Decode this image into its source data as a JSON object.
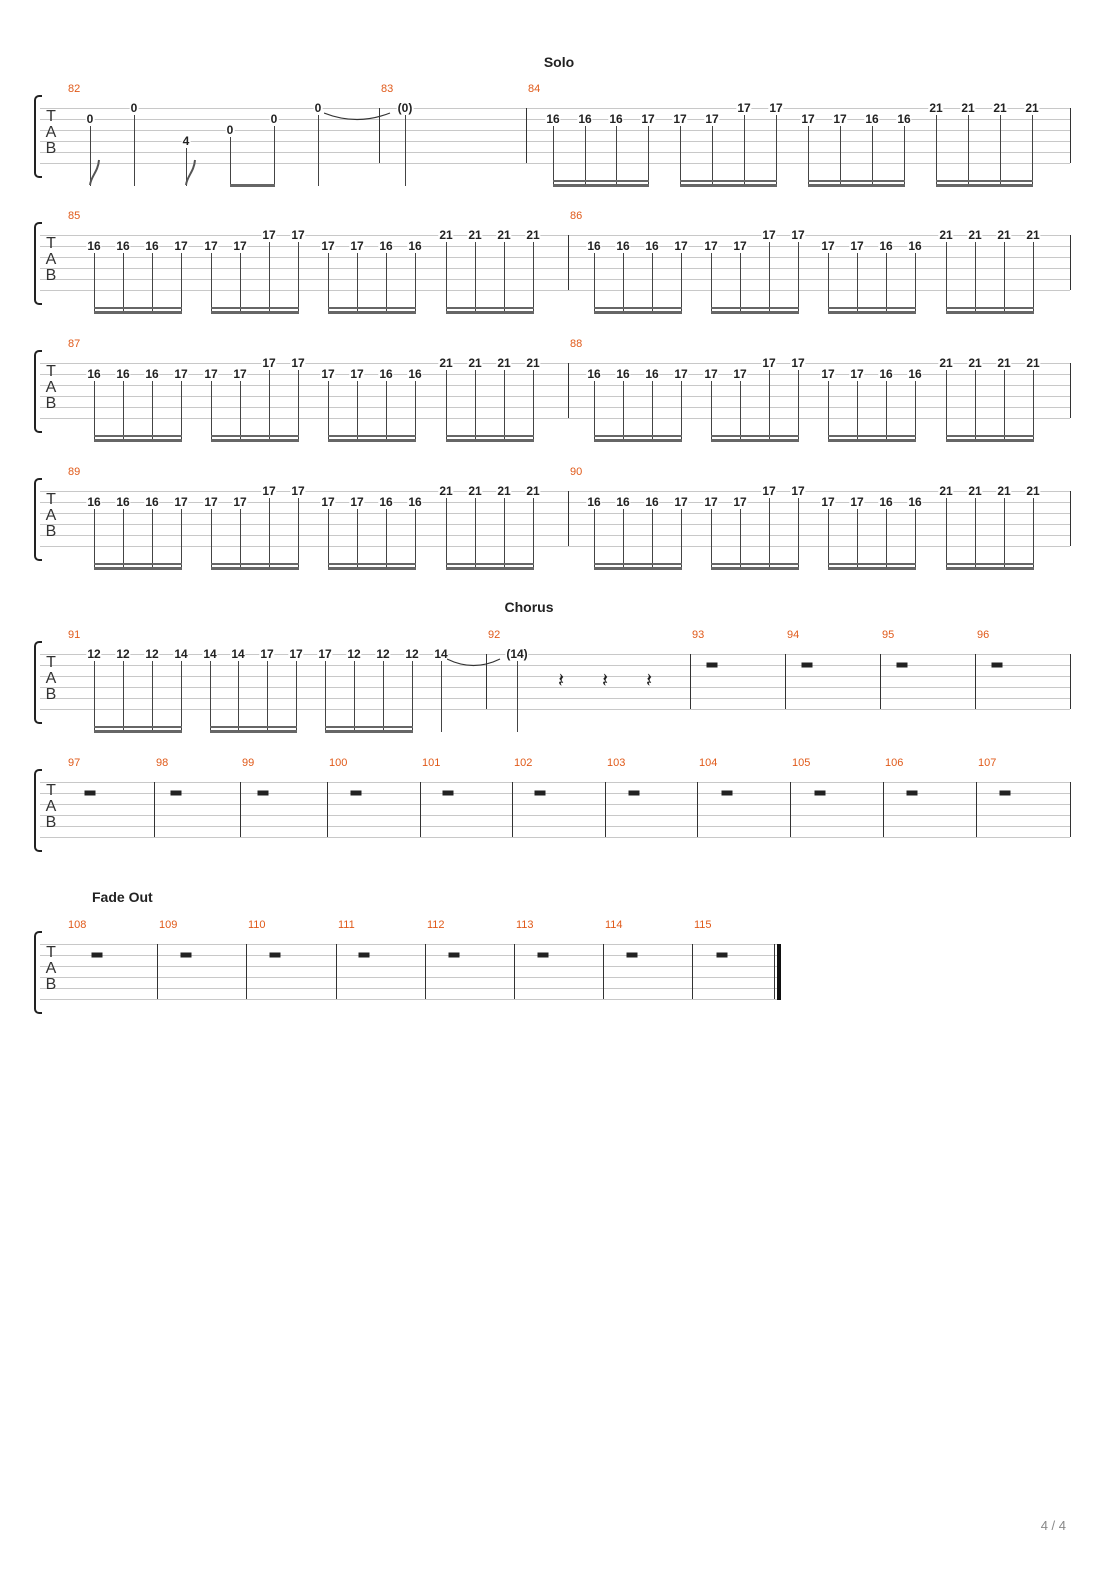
{
  "page": {
    "number_label": "4 / 4"
  },
  "clef_letters": [
    "T",
    "A",
    "B"
  ],
  "sections": [
    {
      "label": "Solo",
      "system": 0
    },
    {
      "label": "Chorus",
      "system": 4
    },
    {
      "label": "Fade Out",
      "system": 6
    }
  ],
  "systems": [
    {
      "measures": [
        {
          "number": "82",
          "notes": [
            {
              "fret": "0",
              "string": 2
            },
            {
              "fret": "0",
              "string": 1
            },
            {
              "fret": "4",
              "string": 4
            },
            {
              "fret": "0",
              "string": 3
            },
            {
              "fret": "0",
              "string": 2
            },
            {
              "fret": "0",
              "string": 1,
              "tie": true
            }
          ]
        },
        {
          "number": "83",
          "notes": [
            {
              "fret": "(0)",
              "string": 1
            }
          ]
        },
        {
          "number": "84",
          "notes": [
            {
              "fret": "16",
              "string": 2
            },
            {
              "fret": "16",
              "string": 2
            },
            {
              "fret": "16",
              "string": 2
            },
            {
              "fret": "17",
              "string": 2
            },
            {
              "fret": "17",
              "string": 2
            },
            {
              "fret": "17",
              "string": 2
            },
            {
              "fret": "17",
              "string": 1
            },
            {
              "fret": "17",
              "string": 1
            },
            {
              "fret": "17",
              "string": 2
            },
            {
              "fret": "17",
              "string": 2
            },
            {
              "fret": "16",
              "string": 2
            },
            {
              "fret": "16",
              "string": 2
            },
            {
              "fret": "21",
              "string": 1
            },
            {
              "fret": "21",
              "string": 1
            },
            {
              "fret": "21",
              "string": 1
            },
            {
              "fret": "21",
              "string": 1
            }
          ]
        }
      ]
    },
    {
      "measures": [
        {
          "number": "85",
          "notes": [
            {
              "fret": "16",
              "string": 2
            },
            {
              "fret": "16",
              "string": 2
            },
            {
              "fret": "16",
              "string": 2
            },
            {
              "fret": "17",
              "string": 2
            },
            {
              "fret": "17",
              "string": 2
            },
            {
              "fret": "17",
              "string": 2
            },
            {
              "fret": "17",
              "string": 1
            },
            {
              "fret": "17",
              "string": 1
            },
            {
              "fret": "17",
              "string": 2
            },
            {
              "fret": "17",
              "string": 2
            },
            {
              "fret": "16",
              "string": 2
            },
            {
              "fret": "16",
              "string": 2
            },
            {
              "fret": "21",
              "string": 1
            },
            {
              "fret": "21",
              "string": 1
            },
            {
              "fret": "21",
              "string": 1
            },
            {
              "fret": "21",
              "string": 1
            }
          ]
        },
        {
          "number": "86",
          "notes": [
            {
              "fret": "16",
              "string": 2
            },
            {
              "fret": "16",
              "string": 2
            },
            {
              "fret": "16",
              "string": 2
            },
            {
              "fret": "17",
              "string": 2
            },
            {
              "fret": "17",
              "string": 2
            },
            {
              "fret": "17",
              "string": 2
            },
            {
              "fret": "17",
              "string": 1
            },
            {
              "fret": "17",
              "string": 1
            },
            {
              "fret": "17",
              "string": 2
            },
            {
              "fret": "17",
              "string": 2
            },
            {
              "fret": "16",
              "string": 2
            },
            {
              "fret": "16",
              "string": 2
            },
            {
              "fret": "21",
              "string": 1
            },
            {
              "fret": "21",
              "string": 1
            },
            {
              "fret": "21",
              "string": 1
            },
            {
              "fret": "21",
              "string": 1
            }
          ]
        }
      ]
    },
    {
      "measures": [
        {
          "number": "87",
          "notes": [
            {
              "fret": "16",
              "string": 2
            },
            {
              "fret": "16",
              "string": 2
            },
            {
              "fret": "16",
              "string": 2
            },
            {
              "fret": "17",
              "string": 2
            },
            {
              "fret": "17",
              "string": 2
            },
            {
              "fret": "17",
              "string": 2
            },
            {
              "fret": "17",
              "string": 1
            },
            {
              "fret": "17",
              "string": 1
            },
            {
              "fret": "17",
              "string": 2
            },
            {
              "fret": "17",
              "string": 2
            },
            {
              "fret": "16",
              "string": 2
            },
            {
              "fret": "16",
              "string": 2
            },
            {
              "fret": "21",
              "string": 1
            },
            {
              "fret": "21",
              "string": 1
            },
            {
              "fret": "21",
              "string": 1
            },
            {
              "fret": "21",
              "string": 1
            }
          ]
        },
        {
          "number": "88",
          "notes": [
            {
              "fret": "16",
              "string": 2
            },
            {
              "fret": "16",
              "string": 2
            },
            {
              "fret": "16",
              "string": 2
            },
            {
              "fret": "17",
              "string": 2
            },
            {
              "fret": "17",
              "string": 2
            },
            {
              "fret": "17",
              "string": 2
            },
            {
              "fret": "17",
              "string": 1
            },
            {
              "fret": "17",
              "string": 1
            },
            {
              "fret": "17",
              "string": 2
            },
            {
              "fret": "17",
              "string": 2
            },
            {
              "fret": "16",
              "string": 2
            },
            {
              "fret": "16",
              "string": 2
            },
            {
              "fret": "21",
              "string": 1
            },
            {
              "fret": "21",
              "string": 1
            },
            {
              "fret": "21",
              "string": 1
            },
            {
              "fret": "21",
              "string": 1
            }
          ]
        }
      ]
    },
    {
      "measures": [
        {
          "number": "89",
          "notes": [
            {
              "fret": "16",
              "string": 2
            },
            {
              "fret": "16",
              "string": 2
            },
            {
              "fret": "16",
              "string": 2
            },
            {
              "fret": "17",
              "string": 2
            },
            {
              "fret": "17",
              "string": 2
            },
            {
              "fret": "17",
              "string": 2
            },
            {
              "fret": "17",
              "string": 1
            },
            {
              "fret": "17",
              "string": 1
            },
            {
              "fret": "17",
              "string": 2
            },
            {
              "fret": "17",
              "string": 2
            },
            {
              "fret": "16",
              "string": 2
            },
            {
              "fret": "16",
              "string": 2
            },
            {
              "fret": "21",
              "string": 1
            },
            {
              "fret": "21",
              "string": 1
            },
            {
              "fret": "21",
              "string": 1
            },
            {
              "fret": "21",
              "string": 1
            }
          ]
        },
        {
          "number": "90",
          "notes": [
            {
              "fret": "16",
              "string": 2
            },
            {
              "fret": "16",
              "string": 2
            },
            {
              "fret": "16",
              "string": 2
            },
            {
              "fret": "17",
              "string": 2
            },
            {
              "fret": "17",
              "string": 2
            },
            {
              "fret": "17",
              "string": 2
            },
            {
              "fret": "17",
              "string": 1
            },
            {
              "fret": "17",
              "string": 1
            },
            {
              "fret": "17",
              "string": 2
            },
            {
              "fret": "17",
              "string": 2
            },
            {
              "fret": "16",
              "string": 2
            },
            {
              "fret": "16",
              "string": 2
            },
            {
              "fret": "21",
              "string": 1
            },
            {
              "fret": "21",
              "string": 1
            },
            {
              "fret": "21",
              "string": 1
            },
            {
              "fret": "21",
              "string": 1
            }
          ]
        }
      ]
    },
    {
      "measures": [
        {
          "number": "91",
          "notes": [
            {
              "fret": "12",
              "string": 1
            },
            {
              "fret": "12",
              "string": 1
            },
            {
              "fret": "12",
              "string": 1
            },
            {
              "fret": "14",
              "string": 1
            },
            {
              "fret": "14",
              "string": 1
            },
            {
              "fret": "14",
              "string": 1
            },
            {
              "fret": "17",
              "string": 1
            },
            {
              "fret": "17",
              "string": 1
            },
            {
              "fret": "17",
              "string": 1
            },
            {
              "fret": "12",
              "string": 1
            },
            {
              "fret": "12",
              "string": 1
            },
            {
              "fret": "12",
              "string": 1
            },
            {
              "fret": "14",
              "string": 1,
              "tie": true
            }
          ]
        },
        {
          "number": "92",
          "notes": [
            {
              "fret": "(14)",
              "string": 1
            }
          ],
          "quarter_rests": 3
        },
        {
          "number": "93",
          "rest": true
        },
        {
          "number": "94",
          "rest": true
        },
        {
          "number": "95",
          "rest": true
        },
        {
          "number": "96",
          "rest": true
        }
      ]
    },
    {
      "measures": [
        {
          "number": "97",
          "rest": true
        },
        {
          "number": "98",
          "rest": true
        },
        {
          "number": "99",
          "rest": true
        },
        {
          "number": "100",
          "rest": true
        },
        {
          "number": "101",
          "rest": true
        },
        {
          "number": "102",
          "rest": true
        },
        {
          "number": "103",
          "rest": true
        },
        {
          "number": "104",
          "rest": true
        },
        {
          "number": "105",
          "rest": true
        },
        {
          "number": "106",
          "rest": true
        },
        {
          "number": "107",
          "rest": true
        }
      ]
    },
    {
      "measures": [
        {
          "number": "108",
          "rest": true
        },
        {
          "number": "109",
          "rest": true
        },
        {
          "number": "110",
          "rest": true
        },
        {
          "number": "111",
          "rest": true
        },
        {
          "number": "112",
          "rest": true
        },
        {
          "number": "113",
          "rest": true
        },
        {
          "number": "114",
          "rest": true
        },
        {
          "number": "115",
          "rest": true
        }
      ]
    }
  ]
}
